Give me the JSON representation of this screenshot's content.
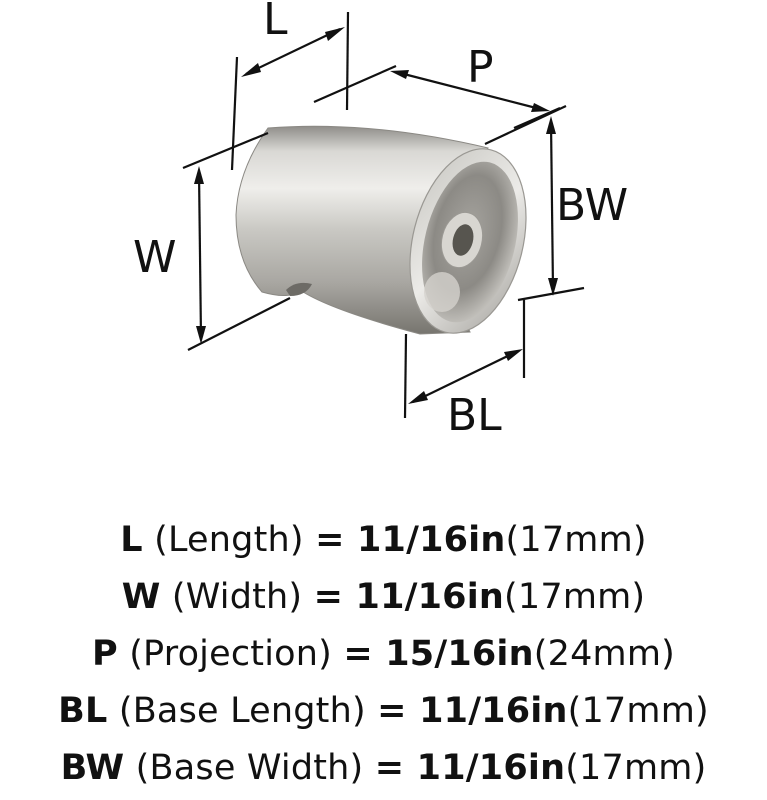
{
  "diagram": {
    "labels": {
      "L": "L",
      "P": "P",
      "W": "W",
      "BW": "BW",
      "BL": "BL"
    },
    "colors": {
      "metal_light": "#e4e3e0",
      "metal_mid": "#b9b7b2",
      "metal_dark": "#8a8884",
      "line": "#111111"
    }
  },
  "specs": [
    {
      "code": "L",
      "desc": " (Length) ",
      "eq": "= ",
      "imperial": "11/16in",
      "metric": "(17mm)"
    },
    {
      "code": "W",
      "desc": " (Width) ",
      "eq": "= ",
      "imperial": "11/16in",
      "metric": "(17mm)"
    },
    {
      "code": "P",
      "desc": " (Projection) ",
      "eq": "= ",
      "imperial": "15/16in",
      "metric": "(24mm)"
    },
    {
      "code": "BL",
      "desc": " (Base Length) ",
      "eq": "= ",
      "imperial": "11/16in",
      "metric": "(17mm)"
    },
    {
      "code": "BW",
      "desc": " (Base Width) ",
      "eq": "= ",
      "imperial": "11/16in",
      "metric": "(17mm)"
    }
  ]
}
